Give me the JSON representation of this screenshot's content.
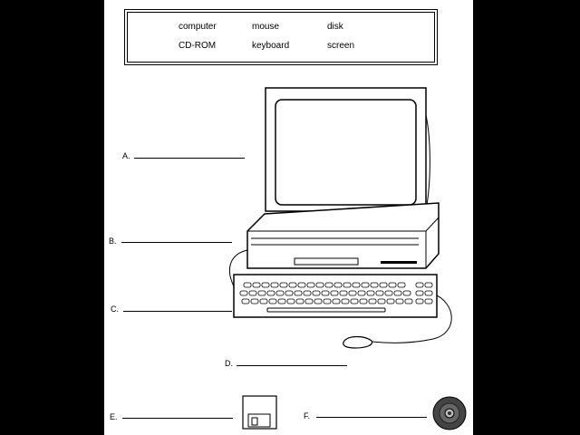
{
  "word_bank": {
    "words": [
      "computer",
      "mouse",
      "disk",
      "CD-ROM",
      "keyboard",
      "screen"
    ]
  },
  "labels": {
    "a": "A.",
    "b": "B.",
    "c": "C.",
    "d": "D.",
    "e": "E.",
    "f": "F."
  }
}
